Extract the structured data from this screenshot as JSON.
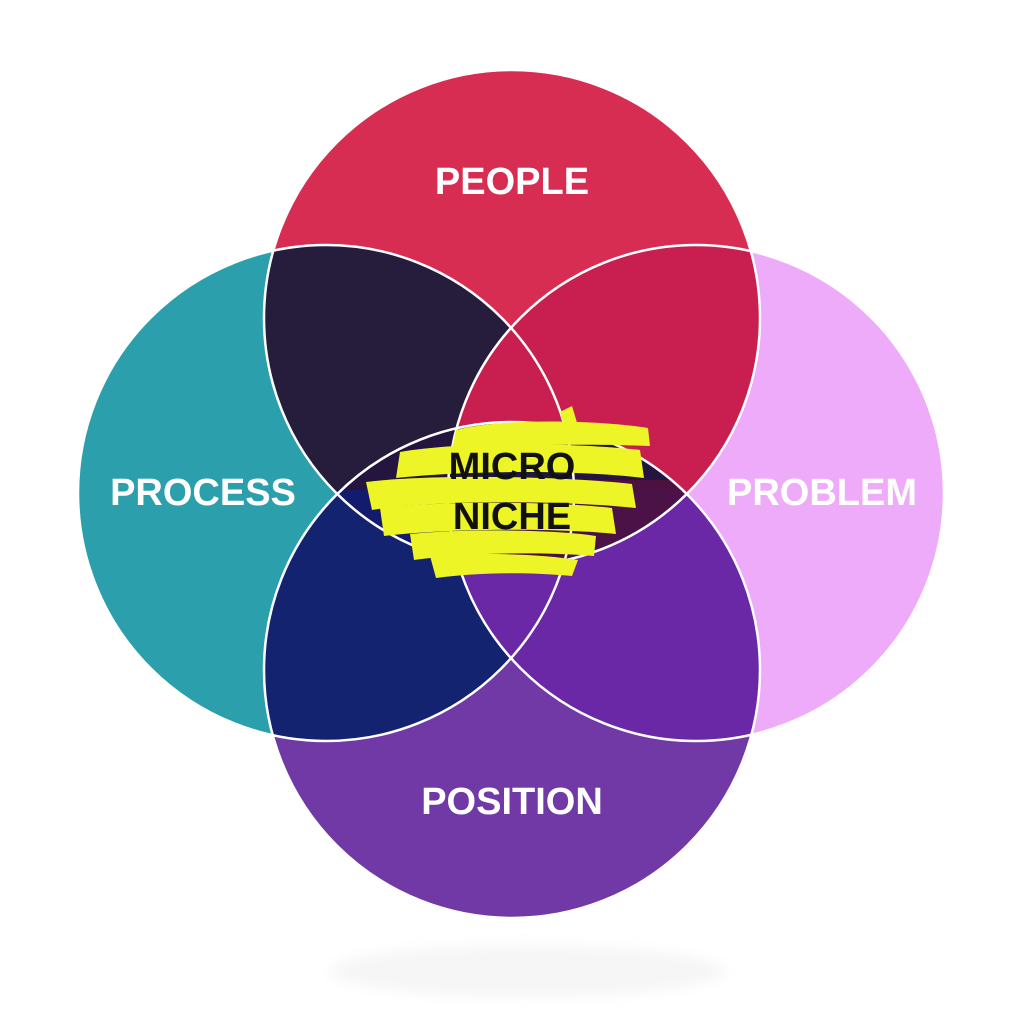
{
  "diagram": {
    "type": "venn-4",
    "circles": [
      {
        "id": "people",
        "label": "PEOPLE",
        "color": "#d82d52"
      },
      {
        "id": "process",
        "label": "PROCESS",
        "color": "#2ba0ac"
      },
      {
        "id": "problem",
        "label": "PROBLEM",
        "color": "#eeabf9"
      },
      {
        "id": "position",
        "label": "POSITION",
        "color": "#7139a6"
      }
    ],
    "overlaps": {
      "people_process": "#261c3b",
      "people_problem": "#c81f50",
      "process_position": "#14236f",
      "problem_position": "#6b28a6",
      "center_top": "#24143f",
      "center_left": "#1e163f",
      "center_right": "#55103f",
      "center_bottom": "#131b6e"
    },
    "center": {
      "line1": "MICRO",
      "line2": "NICHE",
      "highlight_color": "#eef527"
    }
  }
}
